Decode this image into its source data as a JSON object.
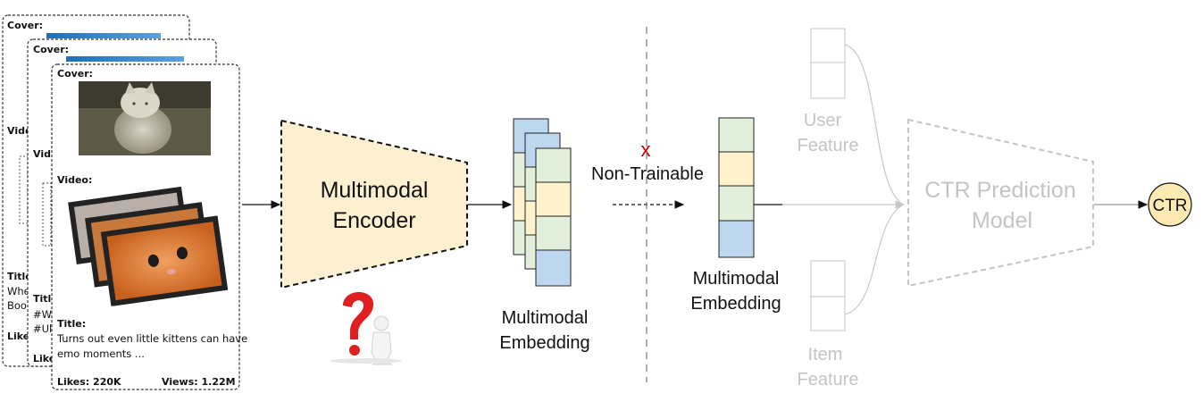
{
  "card": {
    "cover_label": "Cover:",
    "video_label": "Video:",
    "title_label": "Title:",
    "title_text_line1": "Turns out even little kittens can have",
    "title_text_line2": "emo moments ...",
    "likes": "Likes: 220K",
    "views": "Views: 1.22M"
  },
  "back_cards": {
    "card2": {
      "cover": "Cover:",
      "video": "Vid",
      "title": "Title",
      "line1": "#W",
      "line2": "#Ul",
      "likes": "Like"
    },
    "card1": {
      "cover": "Cover:",
      "video": "Vide",
      "title": "Title",
      "line1": "Whe",
      "line2": "Boo",
      "likes": "Likes"
    }
  },
  "encoder": {
    "line1": "Multimodal",
    "line2": "Encoder"
  },
  "embedding_left": {
    "line1": "Multimodal",
    "line2": "Embedding"
  },
  "embedding_right": {
    "line1": "Multimodal",
    "line2": "Embedding"
  },
  "non_trainable": {
    "mark": "x",
    "label": "Non-Trainable"
  },
  "user_feature": {
    "line1": "User",
    "line2": "Feature"
  },
  "item_feature": {
    "line1": "Item",
    "line2": "Feature"
  },
  "ctr_model": {
    "line1": "CTR Prediction",
    "line2": "Model"
  },
  "output": {
    "label": "CTR"
  },
  "colors": {
    "blue": "#bdd7ee",
    "green": "#e2efda",
    "yellow": "#fff2cc",
    "encoder_fill": "#fdf0d0",
    "ctr_circle": "#ffe9b3",
    "grey": "#c4c4c4",
    "red_mark": "#c00000"
  }
}
